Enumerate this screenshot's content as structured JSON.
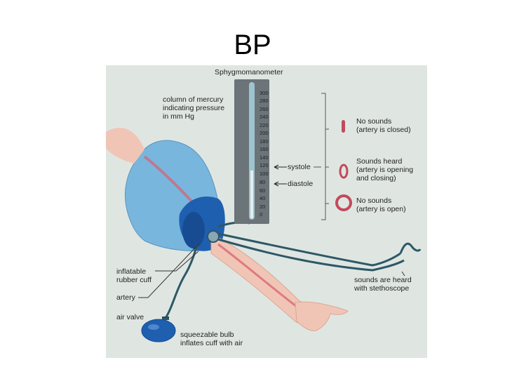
{
  "slide": {
    "title": "BP"
  },
  "figure": {
    "heading": "Sphygmomanometer",
    "scale": [
      "300",
      "280",
      "260",
      "240",
      "220",
      "200",
      "180",
      "160",
      "140",
      "120",
      "100",
      "80",
      "60",
      "40",
      "20",
      "0"
    ],
    "labels": {
      "mercury": "column of mercury\nindicating pressure\nin mm Hg",
      "systole": "systole",
      "diastole": "diastole",
      "no_sounds_closed": "No sounds\n(artery is closed)",
      "sounds_heard": "Sounds heard\n(artery is opening\nand closing)",
      "no_sounds_open": "No sounds\n(artery is open)",
      "cuff": "inflatable\nrubber cuff",
      "artery": "artery",
      "air_valve": "air valve",
      "bulb": "squeezable bulb\ninflates cuff with air",
      "stethoscope": "sounds are heard\nwith stethoscope"
    },
    "colors": {
      "background": "#dfe6e2",
      "sleeve": "#79b6dd",
      "cuff": "#1f5fb0",
      "skin": "#f1c5b5",
      "artery": "#d86070",
      "tubing": "#2d5866",
      "gauge": "#6b7479"
    }
  }
}
